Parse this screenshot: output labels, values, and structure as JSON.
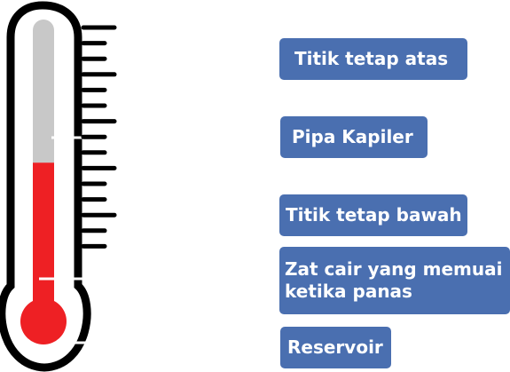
{
  "labels": {
    "top_fixed_point": "Titik tetap atas",
    "capillary": "Pipa Kapiler",
    "bottom_fixed_point": "Titik tetap bawah",
    "liquid": "Zat cair yang memuai ketika panas",
    "reservoir": "Reservoir"
  },
  "colors": {
    "label_background": "#4a6fb0",
    "liquid": "#ee2024",
    "empty_tube": "#c8c8c8",
    "outline": "#000000"
  },
  "scale": {
    "tick_count": 15
  },
  "liquid_level": 0.52
}
